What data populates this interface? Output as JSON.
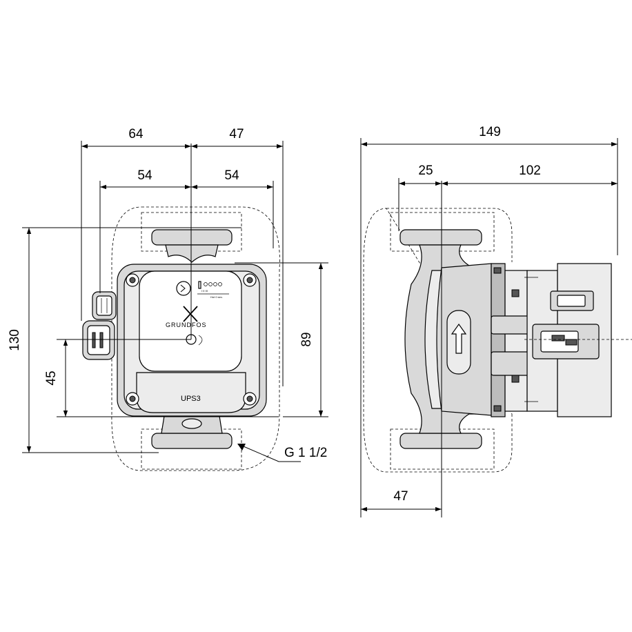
{
  "front_view": {
    "dim_top_left": "64",
    "dim_top_right": "47",
    "dim_inner_left": "54",
    "dim_inner_right": "54",
    "dim_height_total": "130",
    "dim_height_center": "45",
    "dim_height_flange": "89",
    "thread_label": "G 1 1/2",
    "brand": "GRUNDFOS",
    "model": "UPS3"
  },
  "side_view": {
    "dim_total": "149",
    "dim_left": "25",
    "dim_right": "102",
    "dim_bottom": "47"
  }
}
